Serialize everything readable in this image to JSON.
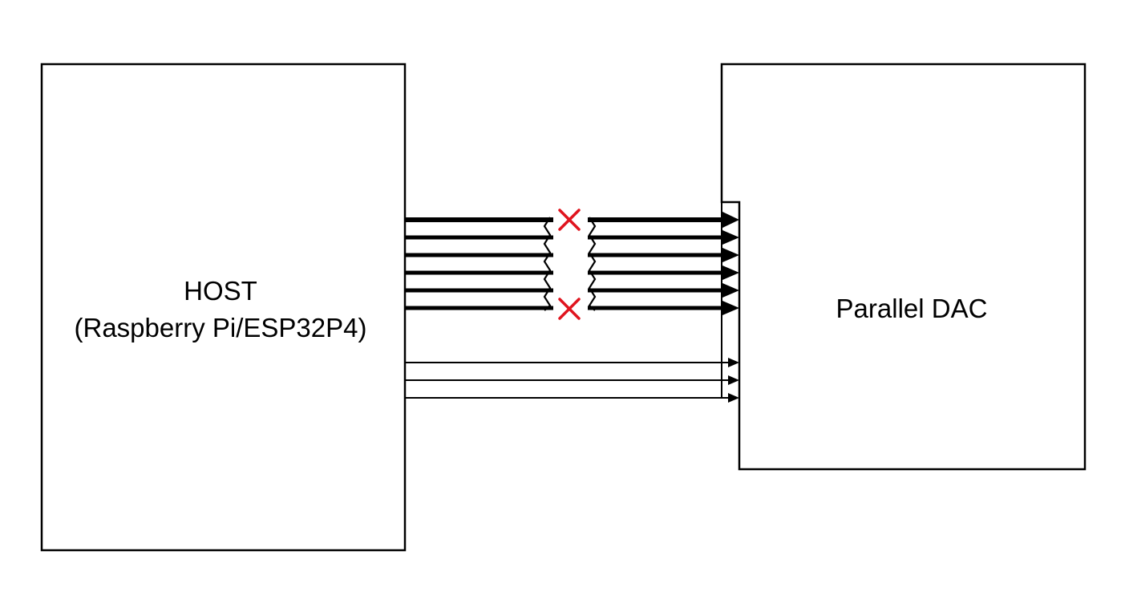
{
  "host": {
    "name": "HOST",
    "subtitle": "(Raspberry Pi/ESP32P4)"
  },
  "dac": {
    "name": "Parallel DAC"
  },
  "connections": {
    "data_lines": 6,
    "control_lines": 3,
    "break_marker": "×",
    "break_marker_color": "#e0141e"
  },
  "colors": {
    "line": "#000000",
    "background": "#ffffff"
  }
}
